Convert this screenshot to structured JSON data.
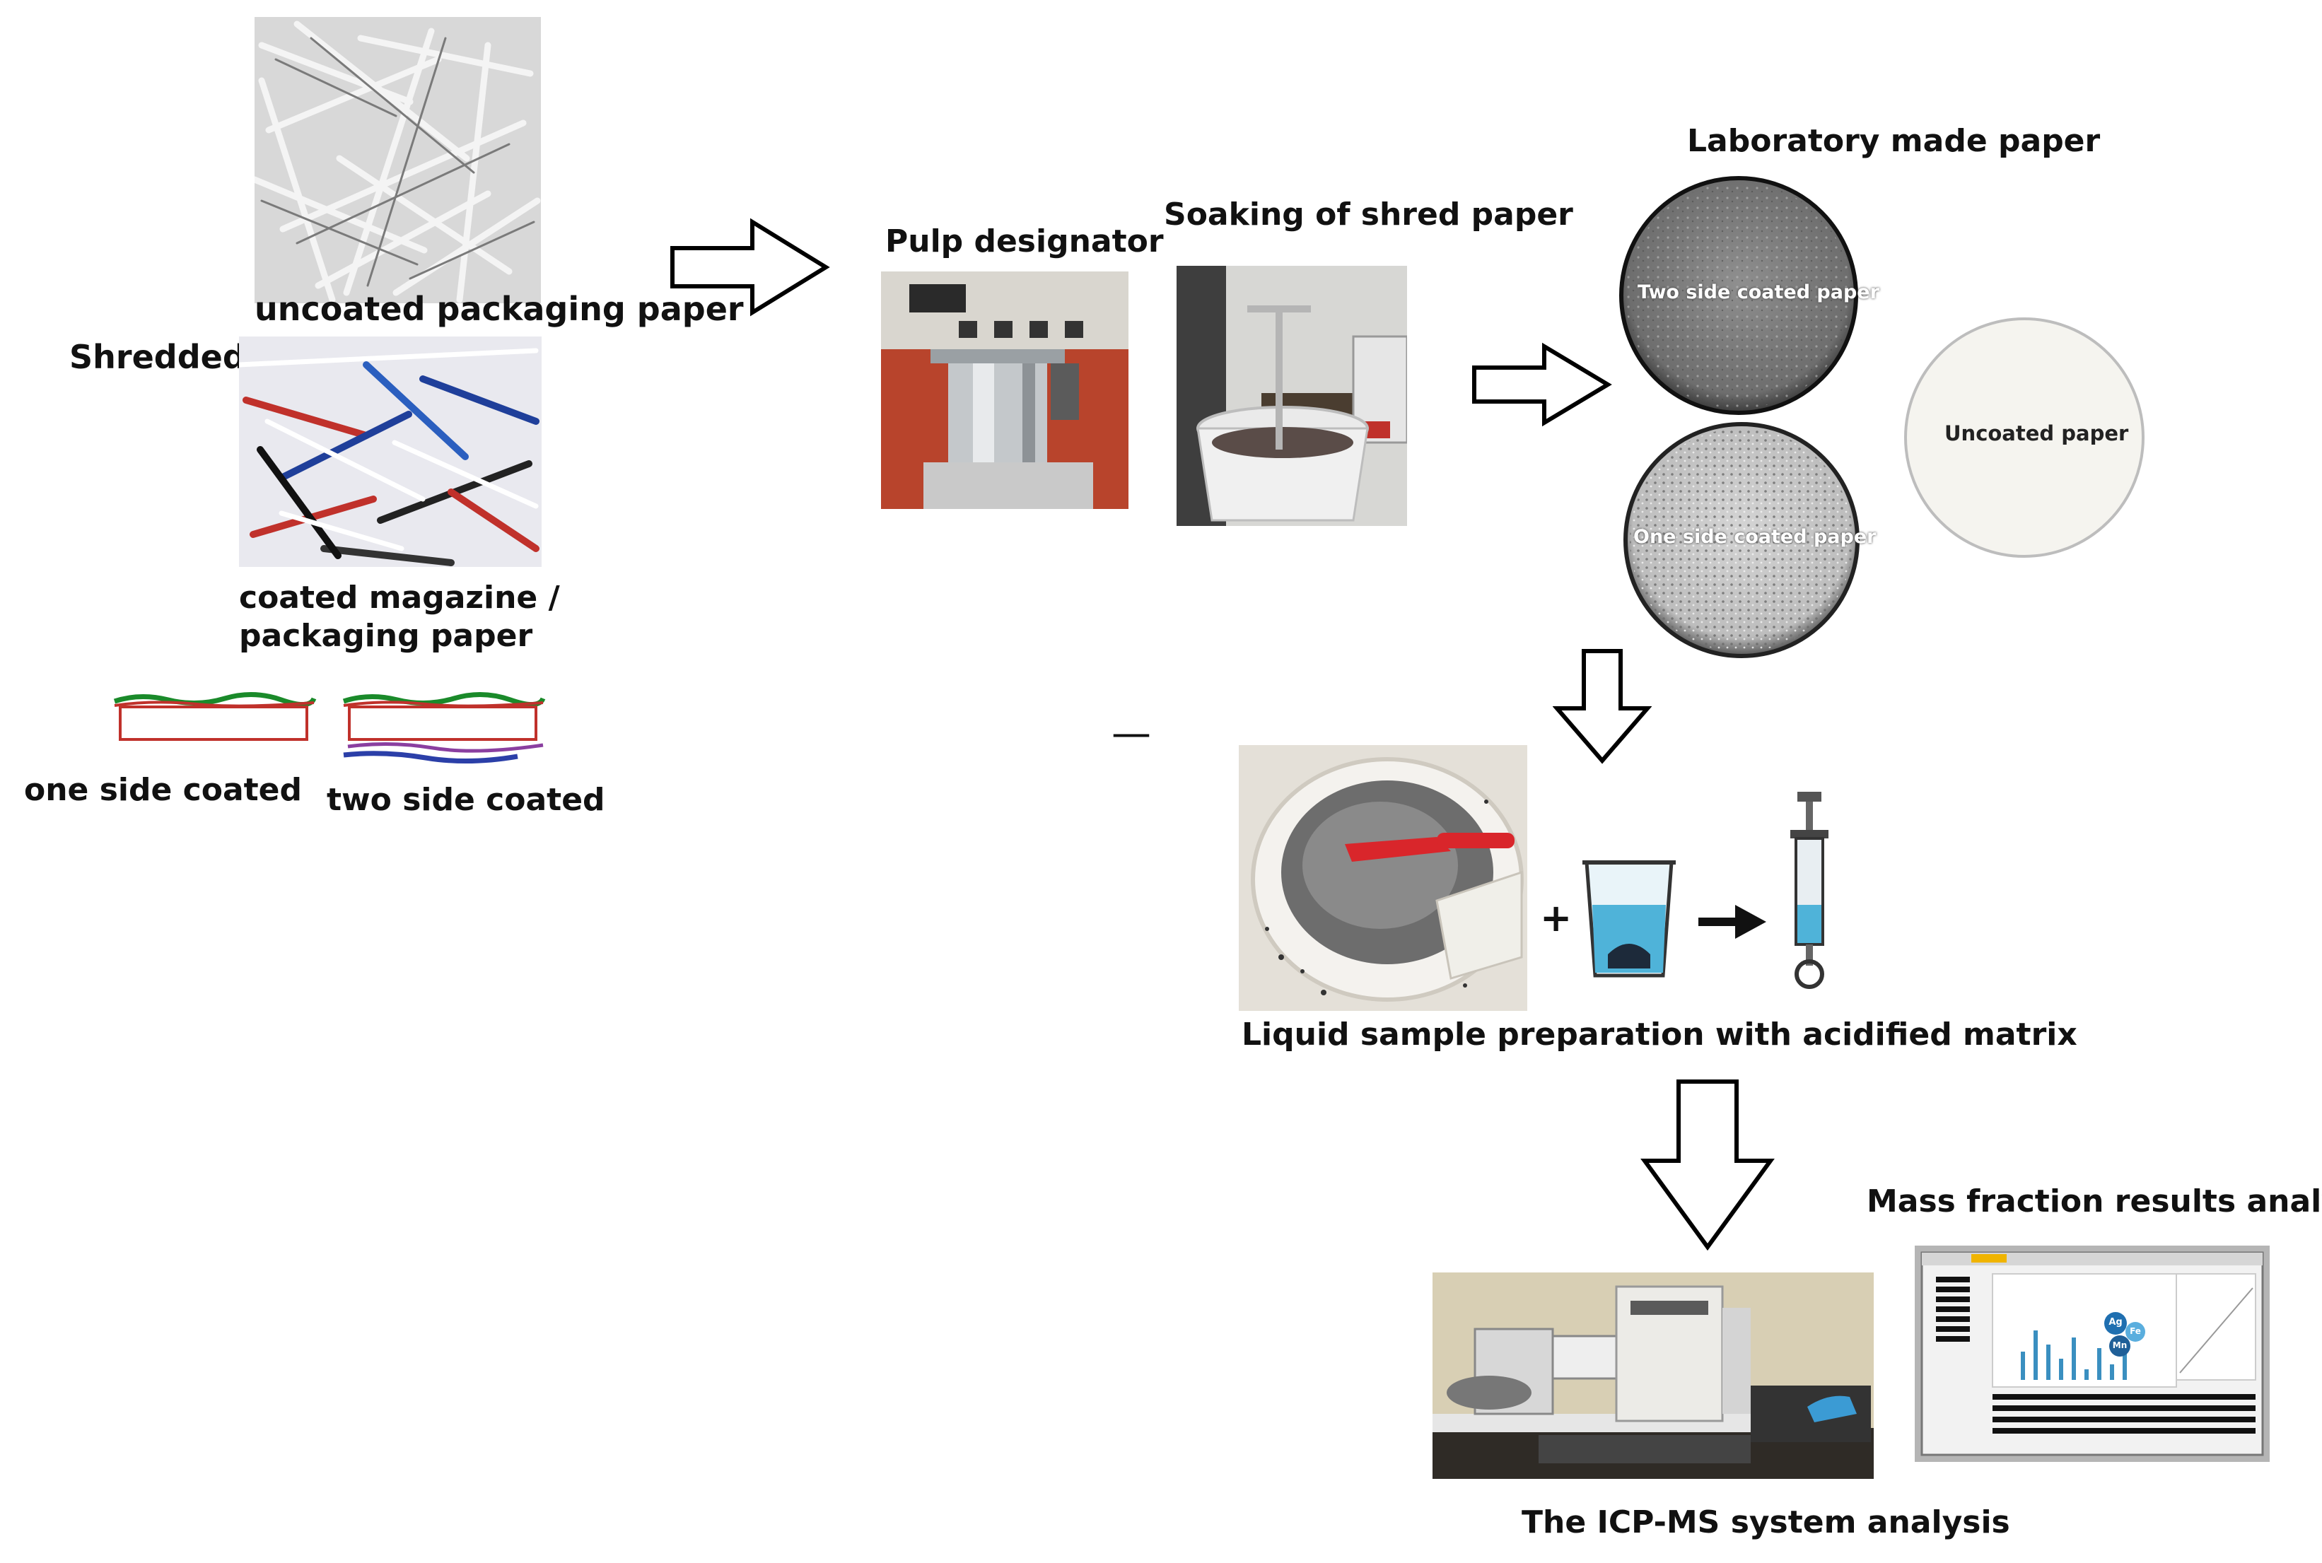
{
  "labels": {
    "shredded": "Shredded",
    "uncoated_packaging": "uncoated  packaging paper",
    "coated_magazine_line1": "coated magazine /",
    "coated_magazine_line2": "packaging  paper",
    "one_side_coated": "one side coated",
    "two_side_coated": "two side coated",
    "pulp_designator": "Pulp designator",
    "soaking": "Soaking of shred paper",
    "lab_paper": "Laboratory made paper",
    "liquid_prep": "Liquid sample preparation with acidified matrix",
    "icpms": "The ICP-MS system analysis",
    "mass_fraction": "Mass fraction results analysis",
    "plus": "+",
    "dash": "—"
  },
  "discs": {
    "two_side": "Two side coated paper",
    "one_side": "One side coated paper",
    "uncoated": "Uncoated paper"
  },
  "screen": {
    "element_badges": [
      "Ag",
      "Fe",
      "Mn"
    ]
  },
  "colors": {
    "coating_green": "#1a8a2a",
    "coating_red": "#c0312b",
    "coating_blue": "#2b3fa8",
    "coating_purple": "#8a3fa0",
    "spatula_red": "#d9262b",
    "beaker_fluid": "#4fb3d9",
    "badge_blue": "#1f6fb0"
  }
}
